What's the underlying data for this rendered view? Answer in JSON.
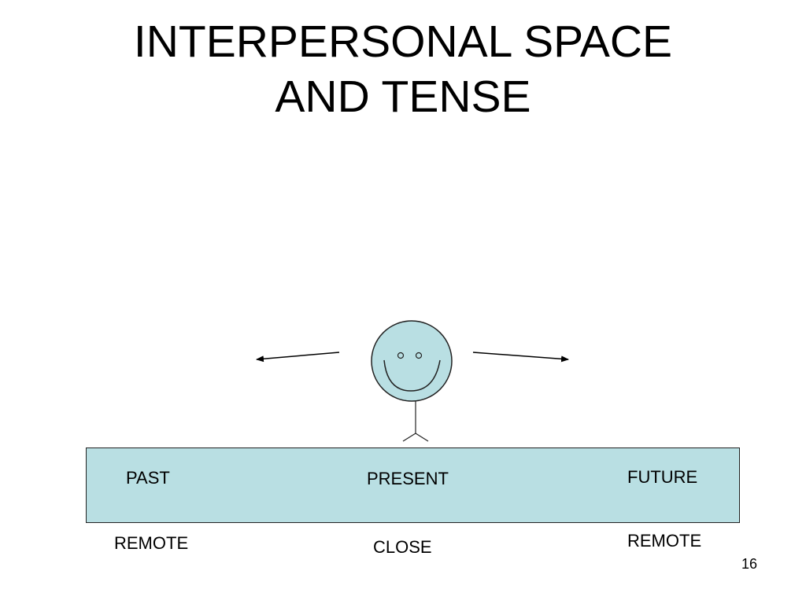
{
  "slide": {
    "title_line1": "INTERPERSONAL SPACE",
    "title_line2": "AND TENSE",
    "page_number": "16"
  },
  "timeline": {
    "past": "PAST",
    "present": "PRESENT",
    "future": "FUTURE"
  },
  "distance": {
    "left": "REMOTE",
    "center": "CLOSE",
    "right": "REMOTE"
  },
  "colors": {
    "band_fill": "#b9dfe3",
    "face_fill": "#b9dfe3",
    "stroke": "#222222"
  }
}
